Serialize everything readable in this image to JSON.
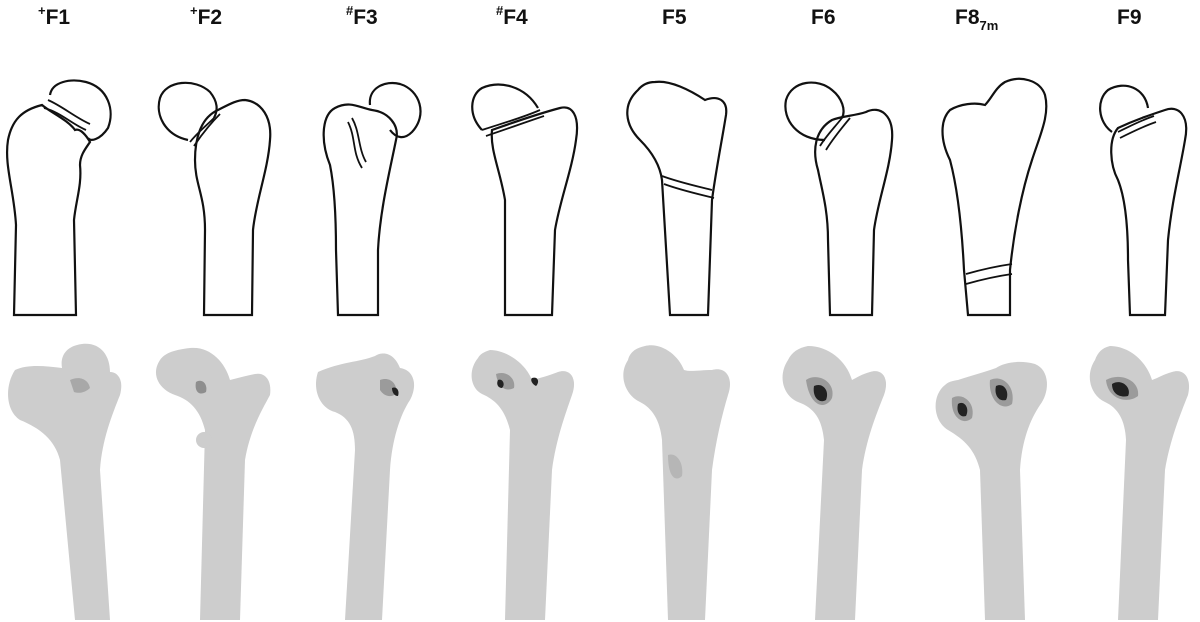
{
  "background": "#ffffff",
  "colors": {
    "outline": "#111111",
    "bone_fill": "#cdcdcd",
    "damage_mid": "#9b9b9b",
    "damage_high": "#222222"
  },
  "specimens": [
    {
      "id": "F1",
      "prefix": "+",
      "name": "F1",
      "subscript": ""
    },
    {
      "id": "F2",
      "prefix": "+",
      "name": "F2",
      "subscript": ""
    },
    {
      "id": "F3",
      "prefix": "#",
      "name": "F3",
      "subscript": ""
    },
    {
      "id": "F4",
      "prefix": "#",
      "name": "F4",
      "subscript": ""
    },
    {
      "id": "F5",
      "prefix": "",
      "name": "F5",
      "subscript": ""
    },
    {
      "id": "F6",
      "prefix": "",
      "name": "F6",
      "subscript": ""
    },
    {
      "id": "F8",
      "prefix": "",
      "name": "F8",
      "subscript": "7m"
    },
    {
      "id": "F9",
      "prefix": "",
      "name": "F9",
      "subscript": ""
    }
  ]
}
